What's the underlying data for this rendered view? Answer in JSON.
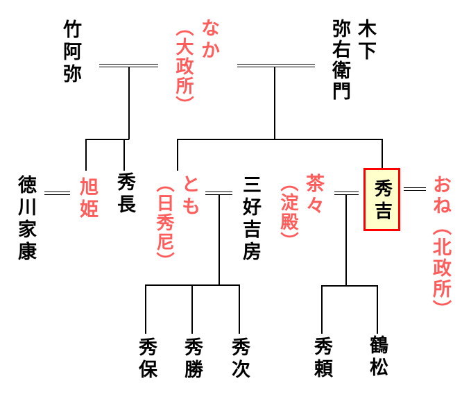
{
  "palette": {
    "background": "#ffffff",
    "black_text": "#000000",
    "red_text": "#ff5c5c",
    "line": "#000000",
    "highlight_fill": "#ffffcc",
    "highlight_border": "#ff0000"
  },
  "persons": {
    "chikuami": {
      "name": "竹阿弥",
      "color": "black"
    },
    "naka": {
      "name": "なか",
      "title": "（大政所）",
      "color": "red"
    },
    "kinoshita_yaemon": {
      "name": "木下",
      "name2": "弥右衛門",
      "color": "black"
    },
    "tokugawa_ieyasu": {
      "name": "徳川家康",
      "color": "black"
    },
    "asahi_hime": {
      "name": "旭姫",
      "color": "red"
    },
    "hidenaga": {
      "name": "秀長",
      "color": "black"
    },
    "tomo": {
      "name": "とも",
      "title": "（日秀尼）",
      "color": "red"
    },
    "miyoshi_yoshifusa": {
      "name": "三好吉房",
      "color": "black"
    },
    "chacha": {
      "name": "茶々",
      "title": "（淀殿）",
      "color": "red"
    },
    "hideyoshi": {
      "name": "秀吉",
      "color": "black",
      "highlighted": true
    },
    "one": {
      "name": "おね（北政所）",
      "color": "red"
    },
    "hideyasu": {
      "name": "秀保",
      "color": "black"
    },
    "hidekatsu": {
      "name": "秀勝",
      "color": "black"
    },
    "hidetsugu": {
      "name": "秀次",
      "color": "black"
    },
    "hideyori": {
      "name": "秀頼",
      "color": "black"
    },
    "tsurumatsu": {
      "name": "鶴松",
      "color": "black"
    }
  },
  "relationships": {
    "marriages": [
      [
        "竹阿弥",
        "なか（大政所）"
      ],
      [
        "なか（大政所）",
        "木下弥右衛門"
      ],
      [
        "徳川家康",
        "旭姫"
      ],
      [
        "とも（日秀尼）",
        "三好吉房"
      ],
      [
        "茶々（淀殿）",
        "秀吉"
      ],
      [
        "秀吉",
        "おね（北政所）"
      ]
    ],
    "children": [
      {
        "parents": [
          "竹阿弥",
          "なか（大政所）"
        ],
        "children": [
          "旭姫",
          "秀長"
        ]
      },
      {
        "parents": [
          "木下弥右衛門",
          "なか（大政所）"
        ],
        "children": [
          "とも（日秀尼）",
          "秀吉"
        ]
      },
      {
        "parents": [
          "とも（日秀尼）",
          "三好吉房"
        ],
        "children": [
          "秀保",
          "秀勝",
          "秀次"
        ]
      },
      {
        "parents": [
          "茶々（淀殿）",
          "秀吉"
        ],
        "children": [
          "秀頼",
          "鶴松"
        ]
      }
    ]
  }
}
